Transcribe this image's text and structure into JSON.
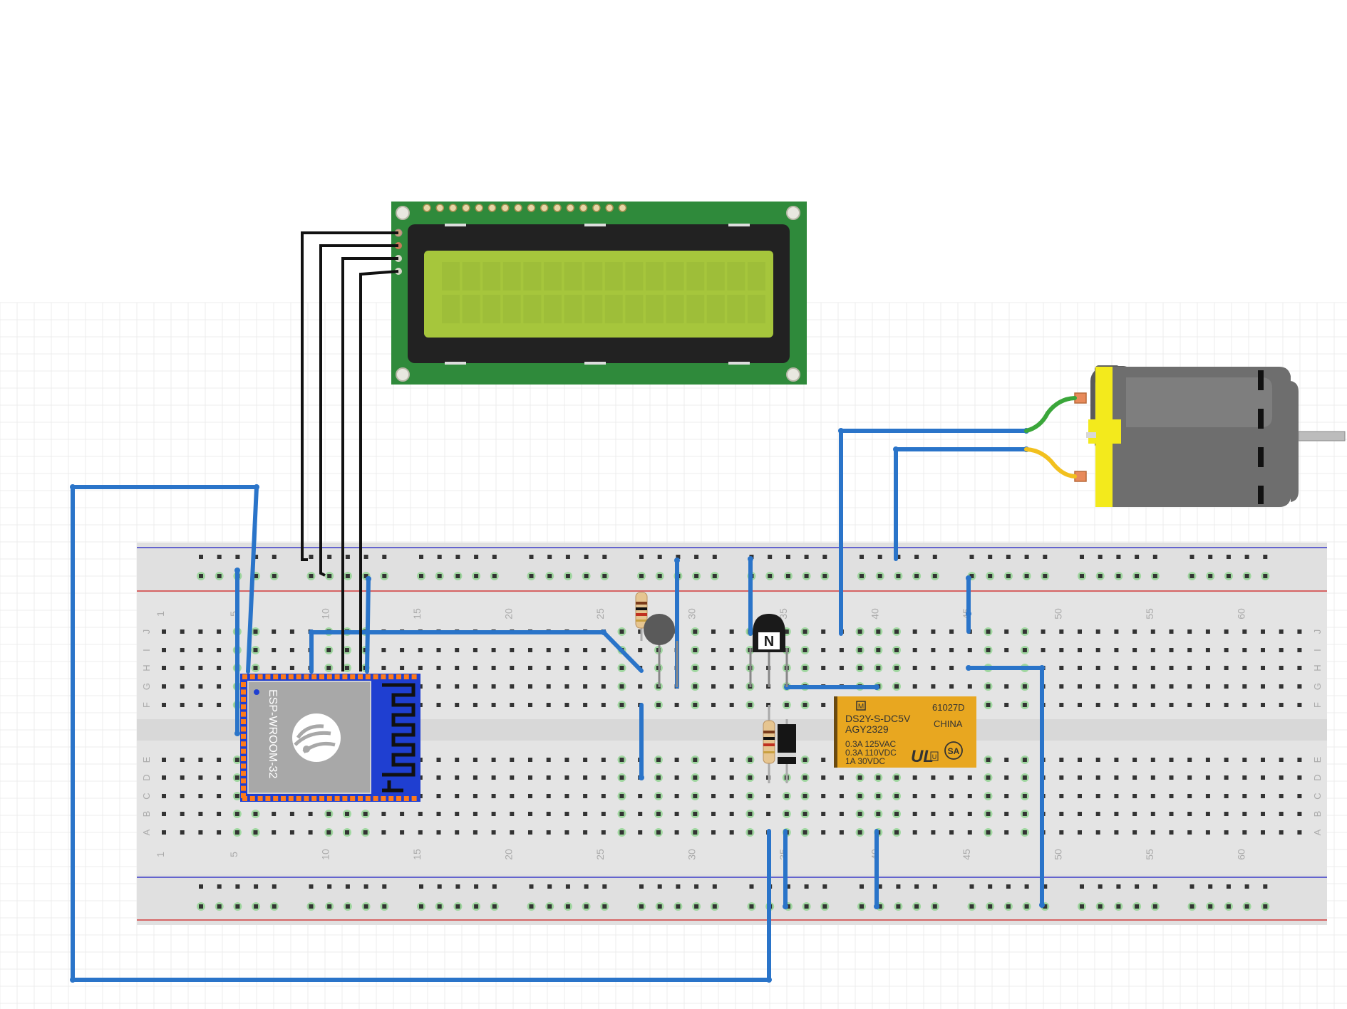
{
  "breadboard": {
    "column_numbers": [
      "1",
      "5",
      "10",
      "15",
      "20",
      "25",
      "30",
      "35",
      "40",
      "45",
      "50",
      "55",
      "60"
    ],
    "row_letters_top": [
      "J",
      "I",
      "H",
      "G",
      "F"
    ],
    "row_letters_bottom": [
      "E",
      "D",
      "C",
      "B",
      "A"
    ]
  },
  "esp32": {
    "model": "ESP-WROOM-32"
  },
  "relay": {
    "brand_mark": "M",
    "model": "DS2Y-S-DC5V",
    "part": "AGY2329",
    "code": "61027D",
    "origin": "CHINA",
    "ratings": [
      "0.3A 125VAC",
      "0.3A 110VDC",
      "1A  30VDC"
    ],
    "cert_ul": "UL",
    "cert_u": "U",
    "cert_sa": "SA"
  },
  "transistor": {
    "label": "N"
  },
  "colors": {
    "wire_blue": "#2a74c9",
    "wire_black": "#111111",
    "wire_green": "#3aa63a",
    "wire_yellow": "#f2c01e",
    "lcd_pcb": "#2f8a3b",
    "lcd_screen": "#a6c63c",
    "relay_body": "#e8a720",
    "esp_board": "#1f3fd1",
    "motor_end": "#f3ea1c",
    "breadboard": "#e4e4e4"
  }
}
